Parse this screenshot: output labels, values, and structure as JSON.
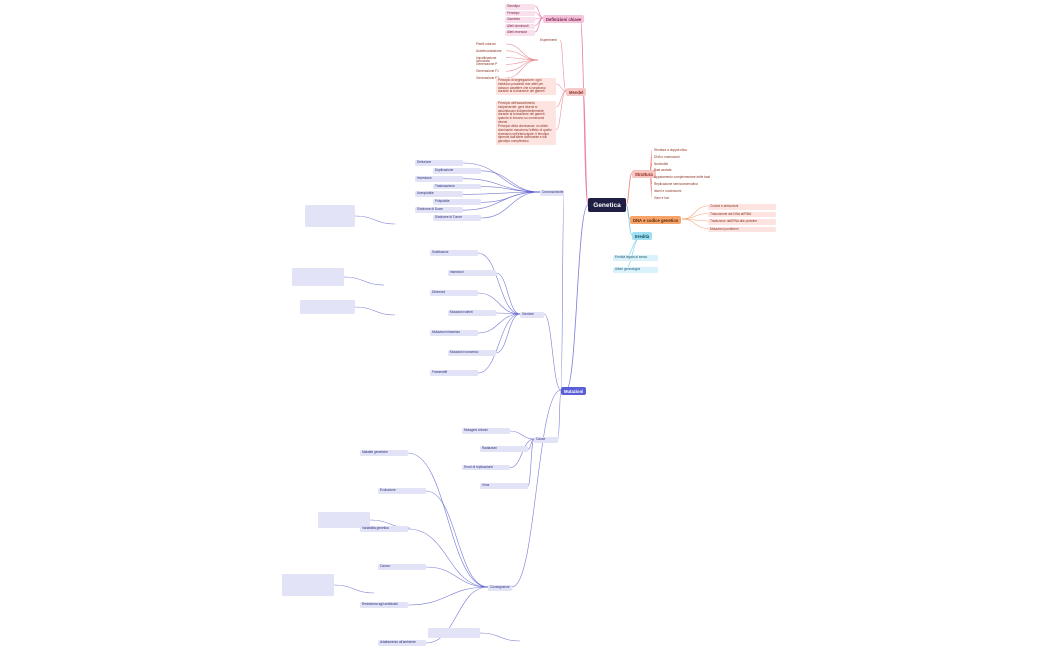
{
  "root": {
    "label": "Genetica"
  },
  "branches": {
    "definizioni": {
      "label": "Definizioni chiave",
      "color": "#e25599",
      "items": [
        "Genotipo",
        "Fenotipo",
        "Gametes",
        "Alleli dominanti",
        "Alleli recessivi"
      ]
    },
    "mendel": {
      "label": "Mendel",
      "color": "#e36d7a",
      "sub": "Esperimenti",
      "items": [
        "Piselli odorosi",
        "Autofecondazione",
        "Impollinazione incrociata",
        "Generazione P",
        "Generazione F1",
        "Generazione F2"
      ],
      "texts": [
        "Principio di segregazione: ogni individuo possiede due alleli per ciascun carattere che si separano durante la formazione dei gameti",
        "Principio dell'assortimento indipendente: geni diversi si assortiscono indipendentemente durante la formazione dei gameti quando si trovano su cromosomi diversi",
        "Principio della dominanza: un allele dominante maschera l'effetto di quello recessivo nell'eterozigote; il fenotipo dipende dall'allele dominante e dal genotipo complessivo"
      ]
    },
    "struttura": {
      "label": "Struttura",
      "color": "#e8564a",
      "items": [
        "Struttura a doppia elica",
        "DNA e cromosomi",
        "Nucleotidi",
        "Basi azotate",
        "Appaiamento complementare delle basi",
        "Replicazione semiconservativa",
        "Istoni e nucleosomi",
        "Geni e loci"
      ]
    },
    "codice": {
      "label": "DNA e codice genetico",
      "color": "#f28a4a",
      "items": [
        "Codoni e anticodoni",
        "Trascrizione dal DNA all'RNA",
        "Traduzione dall'RNA alle proteine",
        "Mutazioni puntiformi"
      ]
    },
    "eredita": {
      "label": "Eredità",
      "color": "#4cc3e6",
      "items": [
        "Eredità legata al sesso",
        "Alberi genealogici"
      ]
    },
    "mutazioni": {
      "label": "Mutazioni",
      "color": "#4a4fc7",
      "groups": [
        {
          "title": "Cromosomiche",
          "items": [
            "Delezione",
            "Duplicazione",
            "Inversione",
            "Traslocazione",
            "Aneuploidie",
            "Poliploidie",
            "Sindrome di Down",
            "Sindrome di Turner"
          ]
        },
        {
          "title": "Geniche",
          "items": [
            "Sostituzioni",
            "Inserzioni",
            "Delezioni",
            "Mutazioni silenti",
            "Mutazioni missenso",
            "Mutazioni nonsenso",
            "Frameshift"
          ]
        },
        {
          "title": "Cause",
          "items": [
            "Mutageni chimici",
            "Radiazioni",
            "Errori di replicazione",
            "Virus"
          ]
        },
        {
          "title": "Conseguenze",
          "items": [
            "Malattie genetiche",
            "Evoluzione",
            "Variabilità genetica",
            "Cancro",
            "Resistenza agli antibiotici",
            "Adattamento all'ambiente"
          ]
        }
      ]
    }
  }
}
